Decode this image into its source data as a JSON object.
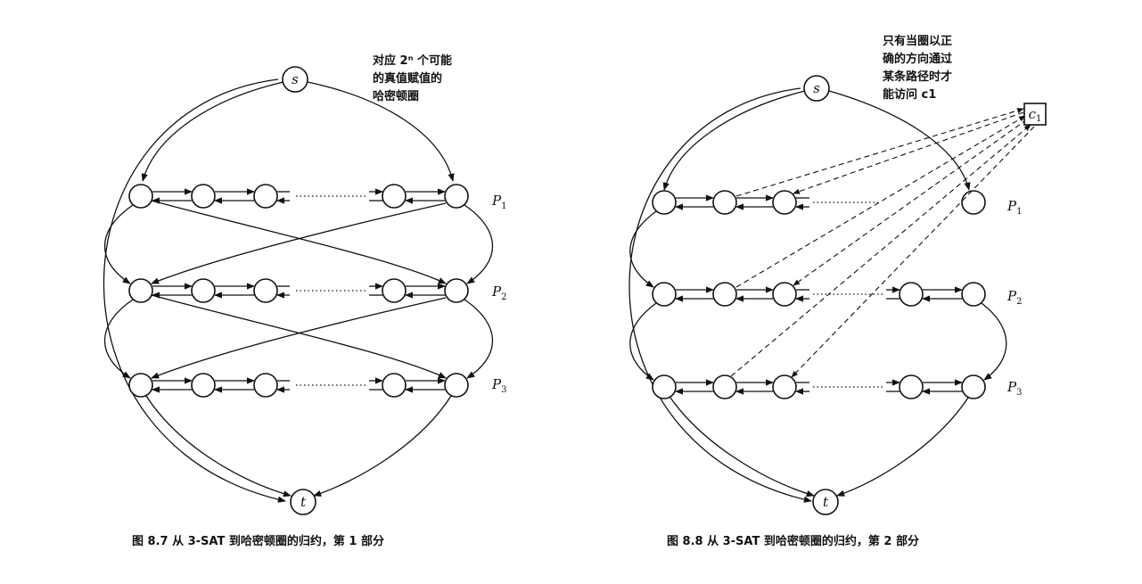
{
  "figure1": {
    "node_s": "s",
    "node_t": "t",
    "row_labels": [
      "P1",
      "P2",
      "P3"
    ],
    "annotation_lines": [
      "对应 2ⁿ 个可能",
      "的真值赋值的",
      "哈密顿圈"
    ],
    "caption": "图 8.7   从 3-SAT 到哈密顿圈的归约，第 1 部分"
  },
  "figure2": {
    "node_s": "s",
    "node_t": "t",
    "node_c1": "c1",
    "row_labels": [
      "P1",
      "P2",
      "P3"
    ],
    "annotation_lines": [
      "只有当圈以正",
      "确的方向通过",
      "某条路径时才",
      "能访问 c1"
    ],
    "caption": "图 8.8   从 3-SAT 到哈密顿圈的归约，第 2 部分"
  }
}
